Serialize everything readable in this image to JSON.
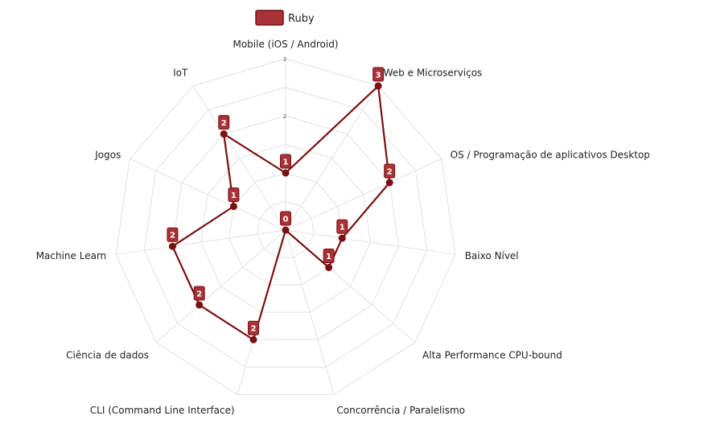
{
  "chart_data": {
    "type": "radar",
    "title": "",
    "categories": [
      "Mobile (iOS / Android)",
      "Web e Microserviços",
      "OS / Programação de aplicativos Desktop",
      "Baixo Nível",
      "Alta Performance  CPU-bound",
      "Concorrência / Paralelismo",
      "CLI (Command Line Interface)",
      "Ciência de dados",
      "Machine Learn",
      "Jogos",
      "IoT"
    ],
    "series": [
      {
        "name": "Ruby",
        "values": [
          1,
          3,
          2,
          1,
          1,
          0,
          2,
          2,
          2,
          1,
          2
        ]
      }
    ],
    "center_value": 0,
    "scale_ticks": [
      "1",
      "2",
      "3"
    ],
    "rlim": [
      0,
      3
    ],
    "grid": true,
    "legend_position": "top-center",
    "colors": {
      "series_fill": "#a83238",
      "series_line": "#7a1010",
      "grid": "#e2e2e2"
    }
  }
}
